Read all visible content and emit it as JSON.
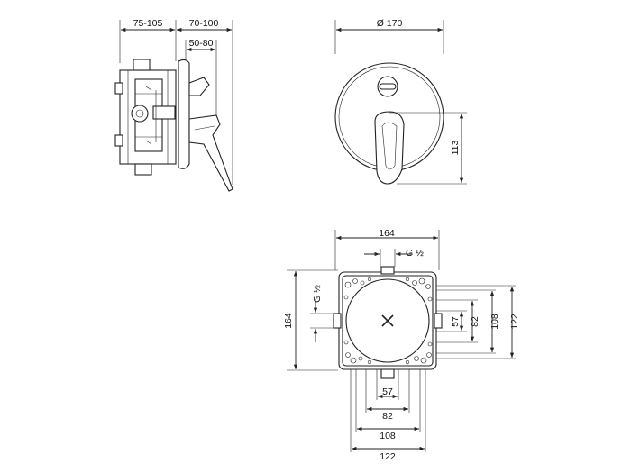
{
  "side_view": {
    "dim_depth_total": "75-105",
    "dim_depth_front": "70-100",
    "dim_depth_plate": "50-80"
  },
  "front_view": {
    "dim_diameter": "Ø 170",
    "dim_lever_height": "113"
  },
  "body_view": {
    "dim_width_top": "164",
    "dim_thread_top": "G ½",
    "dim_height_left": "164",
    "dim_thread_left": "G ½",
    "dim_right_57": "57",
    "dim_right_82": "82",
    "dim_right_108": "108",
    "dim_right_122": "122",
    "dim_bottom_57": "57",
    "dim_bottom_82": "82",
    "dim_bottom_108": "108",
    "dim_bottom_122": "122"
  },
  "colors": {
    "line": "#222222",
    "background": "#ffffff"
  }
}
